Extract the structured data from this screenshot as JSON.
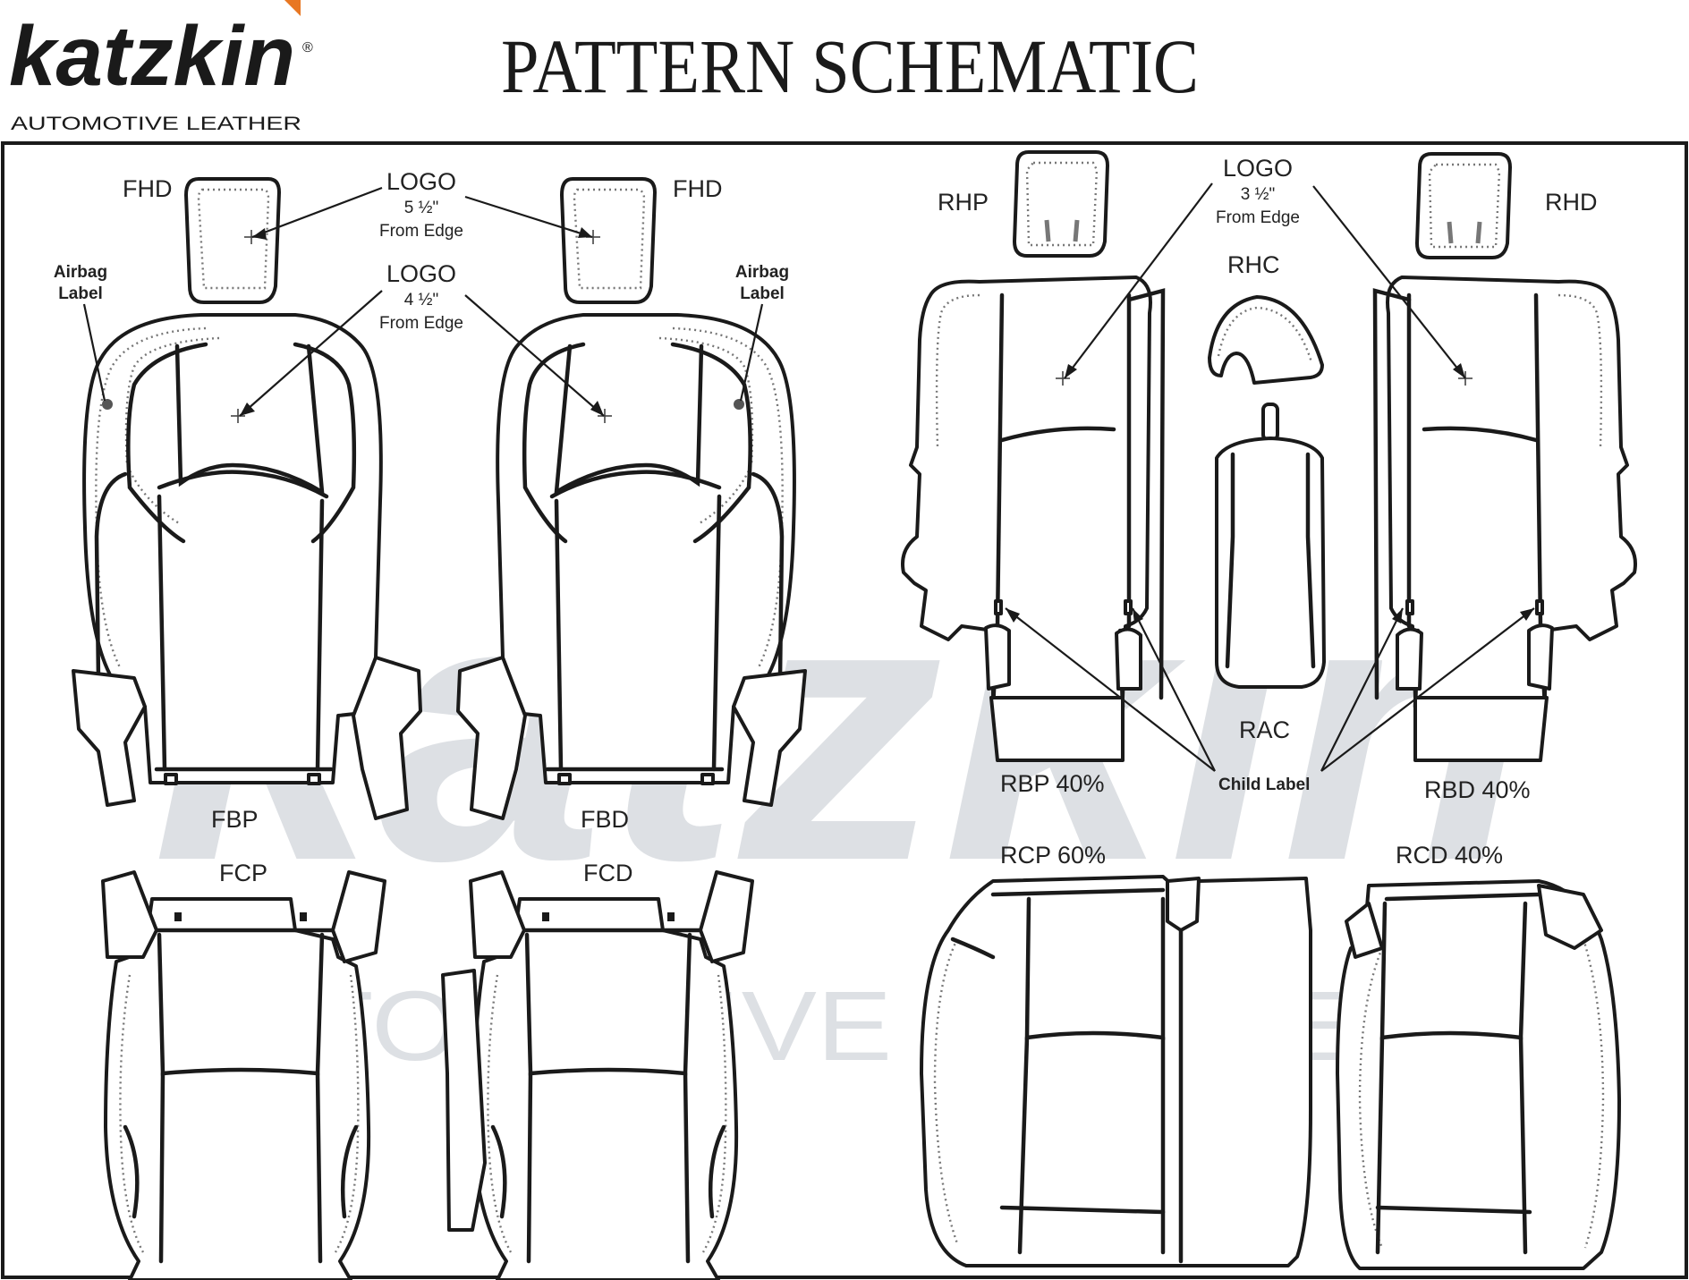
{
  "brand": {
    "name": "katzkin",
    "registered": "®",
    "tagline": "AUTOMOTIVE LEATHER",
    "accent_color": "#e87722"
  },
  "title": "PATTERN SCHEMATIC",
  "watermark": {
    "text": "katzkin",
    "subtext": "AUTOMOTIVE LEATHER"
  },
  "labels": {
    "fhd_left": "FHD",
    "fhd_right": "FHD",
    "logo_front_head": {
      "title": "LOGO",
      "size": "5 ½\"",
      "note": "From Edge"
    },
    "logo_front_back": {
      "title": "LOGO",
      "size": "4 ½\"",
      "note": "From Edge"
    },
    "airbag_left": [
      "Airbag",
      "Label"
    ],
    "airbag_right": [
      "Airbag",
      "Label"
    ],
    "fbp": "FBP",
    "fbd": "FBD",
    "fcp": "FCP",
    "fcd": "FCD",
    "rhp": "RHP",
    "rhd": "RHD",
    "rhc": "RHC",
    "logo_rear": {
      "title": "LOGO",
      "size": "3 ½\"",
      "note": "From Edge"
    },
    "rac": "RAC",
    "rbp": "RBP 40%",
    "rbd": "RBD 40%",
    "child_label": "Child Label",
    "rcp": "RCP 60%",
    "rcd": "RCD 40%"
  }
}
